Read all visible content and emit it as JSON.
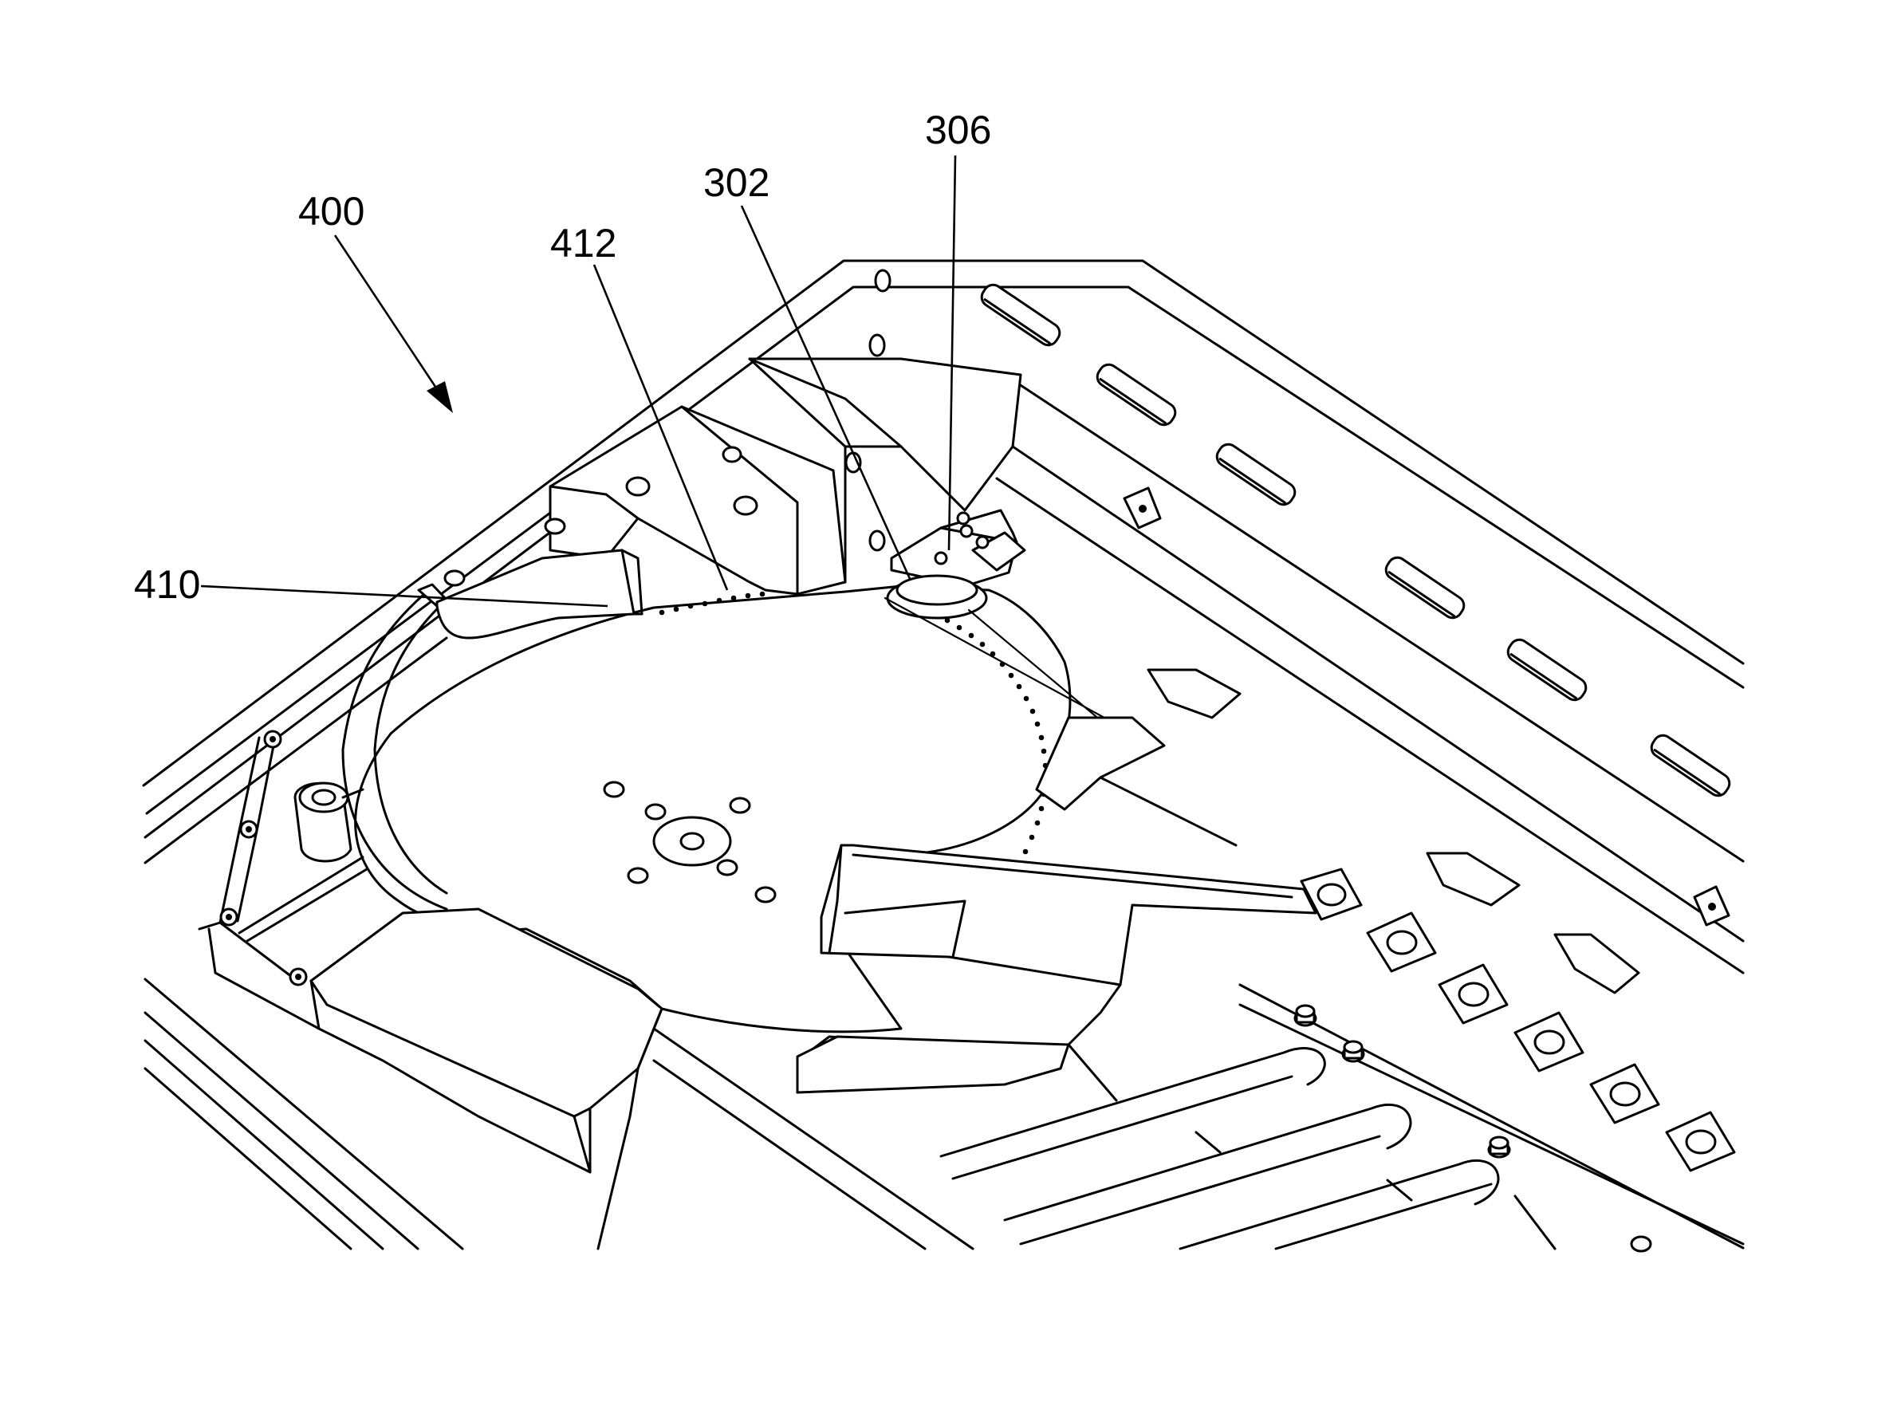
{
  "figure": {
    "labels": [
      {
        "id": "ref-400",
        "text": "400"
      },
      {
        "id": "ref-412",
        "text": "412"
      },
      {
        "id": "ref-302",
        "text": "302"
      },
      {
        "id": "ref-306",
        "text": "306"
      },
      {
        "id": "ref-410",
        "text": "410"
      }
    ]
  }
}
